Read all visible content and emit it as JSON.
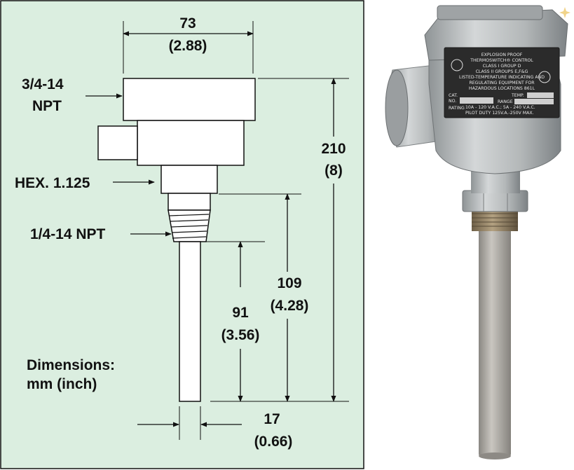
{
  "colors": {
    "panel_bg": "#dbeee0",
    "ink": "#111111",
    "housing_metal": "#b9bcbd",
    "nameplate": "#2b2b2b",
    "brass": "#8e7d63",
    "probe": "#a9a6a0"
  },
  "drawing": {
    "top_width": {
      "mm": "73",
      "inch": "(2.88)"
    },
    "conduit": {
      "line1": "3/4-14",
      "line2": "NPT"
    },
    "hex": {
      "text": "HEX. 1.125"
    },
    "overall_height": {
      "mm": "210",
      "inch": "(8)"
    },
    "pipe_thread": {
      "text": "1/4-14 NPT"
    },
    "insertion_total": {
      "mm": "109",
      "inch": "(4.28)"
    },
    "probe_length": {
      "mm": "91",
      "inch": "(3.56)"
    },
    "units_note": {
      "line1": "Dimensions:",
      "line2": "mm (inch)"
    },
    "stem_width": {
      "mm": "17",
      "inch": "(0.66)"
    }
  },
  "photo": {
    "nameplate": {
      "lines": [
        "EXPLOSION PROOF",
        "THERMOSWITCH® CONTROL",
        "CLASS I    GROUP D",
        "CLASS II   GROUPS E,F&G",
        "LISTED-TEMPERATURE INDICATING AND",
        "REGULATING EQUIPMENT FOR",
        "HAZARDOUS LOCATIONS 861L"
      ],
      "cat": "CAT.",
      "no": "NO.",
      "temp": "TEMP.",
      "range": "RANGE",
      "rating": "RATING",
      "rating_line1": "10A - 120 V.A.C.; 5A - 240 V.A.C.",
      "rating_line2": "PILOT DUTY 125V.A.-250V MAX."
    }
  }
}
